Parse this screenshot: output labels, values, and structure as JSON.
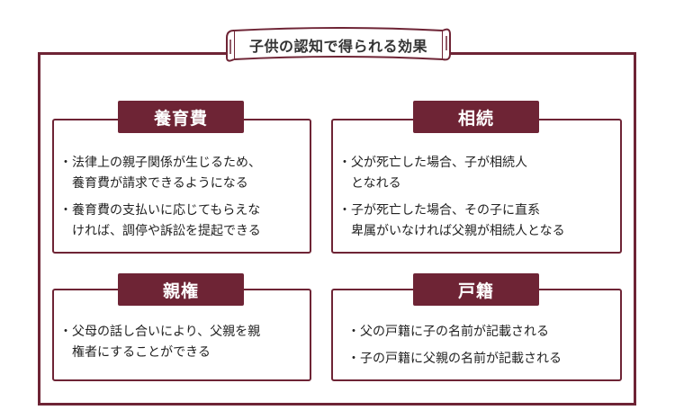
{
  "title": "子供の認知で得られる効果",
  "cards": [
    {
      "label": "養育費",
      "items": [
        [
          "法律上の親子関係が生じるため、",
          "養育費が請求できるようになる"
        ],
        [
          "養育費の支払いに応じてもらえな",
          "ければ、調停や訴訟を提起できる"
        ]
      ]
    },
    {
      "label": "相続",
      "items": [
        [
          "父が死亡した場合、子が相続人",
          "となれる"
        ],
        [
          "子が死亡した場合、その子に直系",
          "卑属がいなければ父親が相続人となる"
        ]
      ]
    },
    {
      "label": "親権",
      "items": [
        [
          "父母の話し合いにより、父親を親",
          "権者にすることができる"
        ]
      ]
    },
    {
      "label": "戸籍",
      "items": [
        [
          "父の戸籍に子の名前が記載される"
        ],
        [
          "子の戸籍に父親の名前が記載される"
        ]
      ]
    }
  ],
  "colors": {
    "accent": "#6e2435",
    "text": "#222222"
  }
}
